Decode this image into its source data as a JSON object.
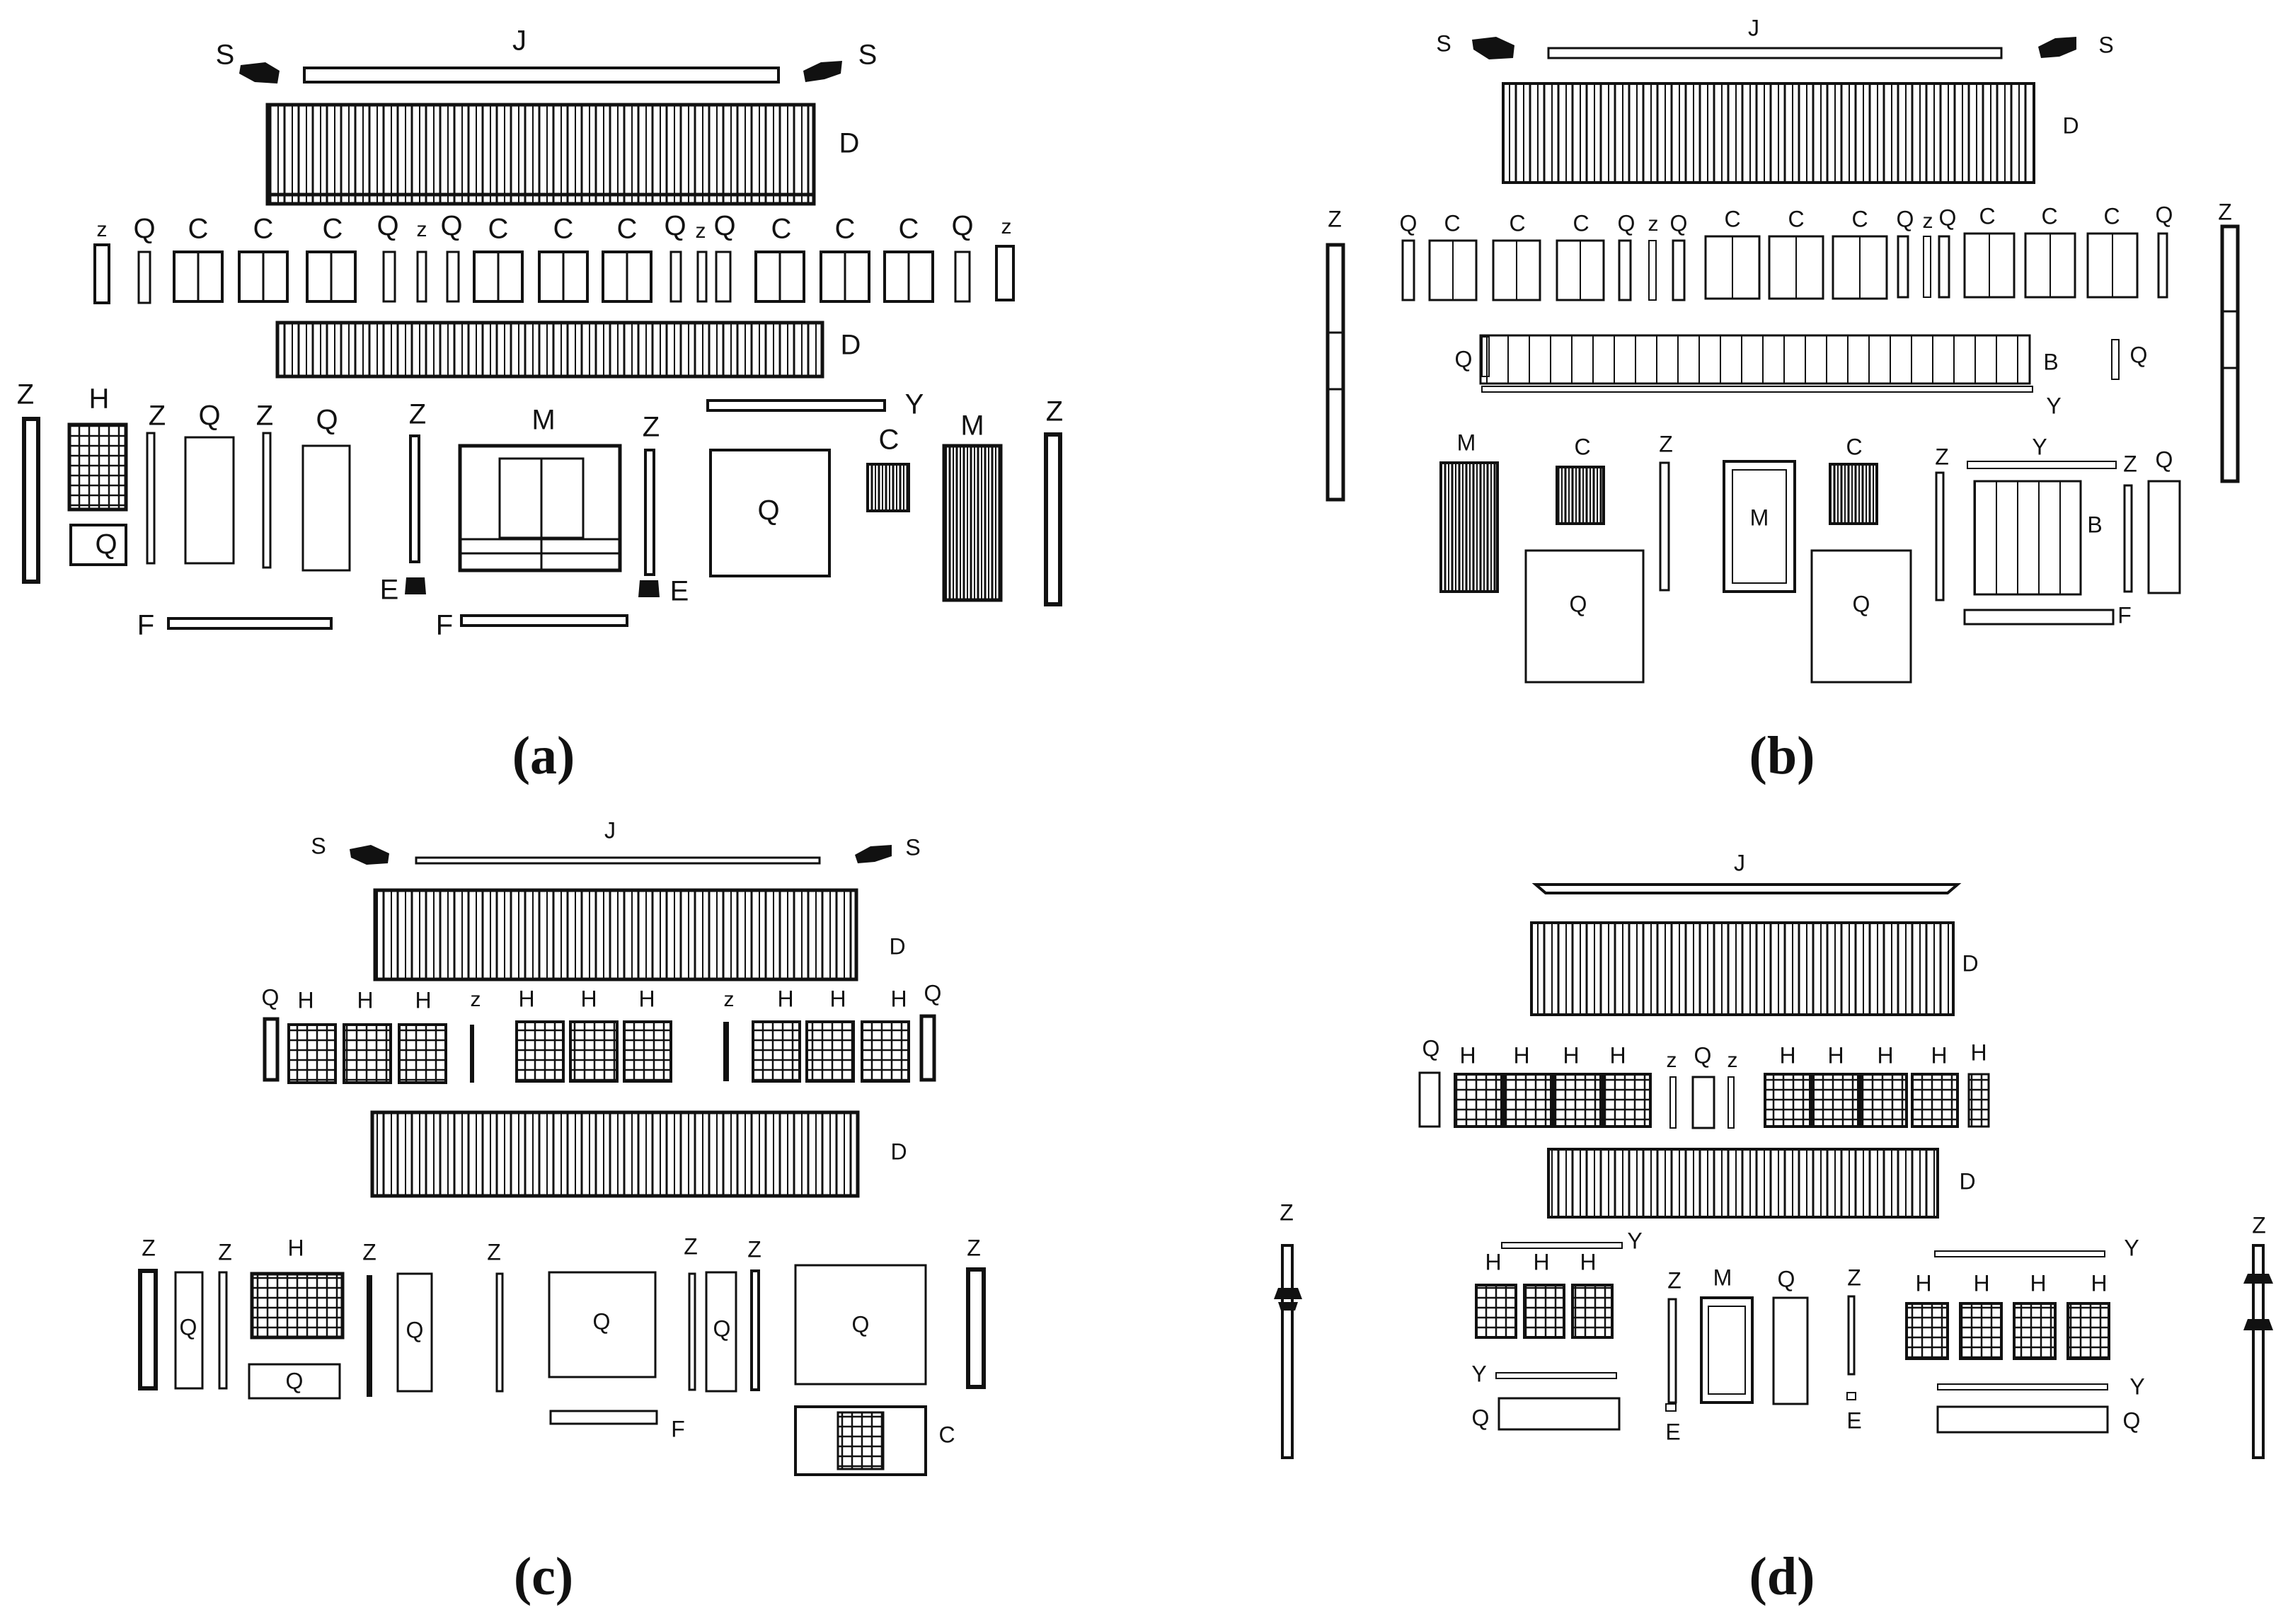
{
  "panels": [
    {
      "id": "a",
      "caption_open": "(",
      "caption_letter": "a",
      "caption_close": ")"
    },
    {
      "id": "b",
      "caption_open": "(",
      "caption_letter": "b",
      "caption_close": ")"
    },
    {
      "id": "c",
      "caption_open": "(",
      "caption_letter": "c",
      "caption_close": ")"
    },
    {
      "id": "d",
      "caption_open": "(",
      "caption_letter": "d",
      "caption_close": ")"
    }
  ],
  "labels": {
    "S": "S",
    "J": "J",
    "D": "D",
    "Z": "Z",
    "z": "z",
    "Q": "Q",
    "C": "C",
    "H": "H",
    "M": "M",
    "Y": "Y",
    "E": "E",
    "F": "F",
    "B": "B"
  },
  "colors": {
    "ink": "#111111",
    "paper": "#ffffff"
  }
}
